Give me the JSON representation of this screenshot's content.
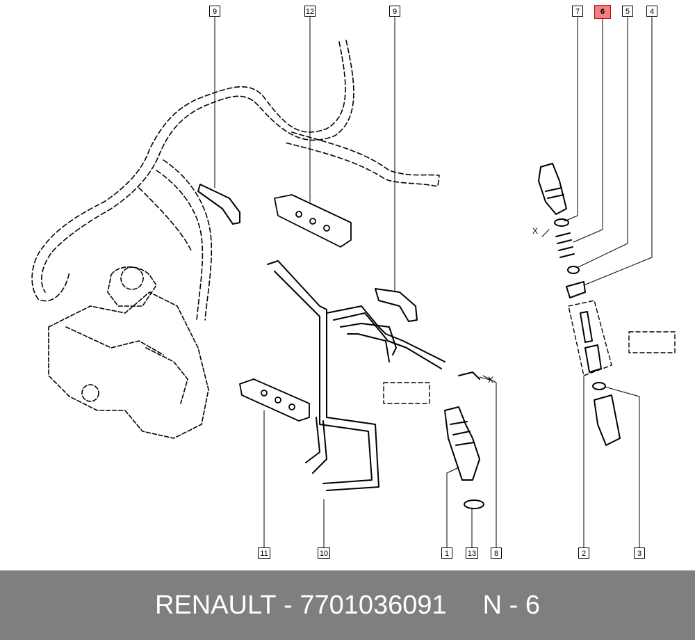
{
  "callouts": [
    {
      "id": "c9a",
      "label": "9"
    },
    {
      "id": "c12",
      "label": "12"
    },
    {
      "id": "c9b",
      "label": "9"
    },
    {
      "id": "c7",
      "label": "7"
    },
    {
      "id": "c6",
      "label": "6",
      "highlighted": true
    },
    {
      "id": "c5",
      "label": "5"
    },
    {
      "id": "c4",
      "label": "4"
    },
    {
      "id": "c11",
      "label": "11"
    },
    {
      "id": "c10",
      "label": "10"
    },
    {
      "id": "c1",
      "label": "1"
    },
    {
      "id": "c13",
      "label": "13"
    },
    {
      "id": "c8",
      "label": "8"
    },
    {
      "id": "c2",
      "label": "2"
    },
    {
      "id": "c3",
      "label": "3"
    }
  ],
  "annotations": {
    "x_left": "X",
    "x_right": "X"
  },
  "footer": {
    "brand": "RENAULT",
    "part_number": "7701036091",
    "ref": "N - 6"
  },
  "colors": {
    "footer_bg": "#7f7f7f",
    "highlight": "#f08080"
  }
}
